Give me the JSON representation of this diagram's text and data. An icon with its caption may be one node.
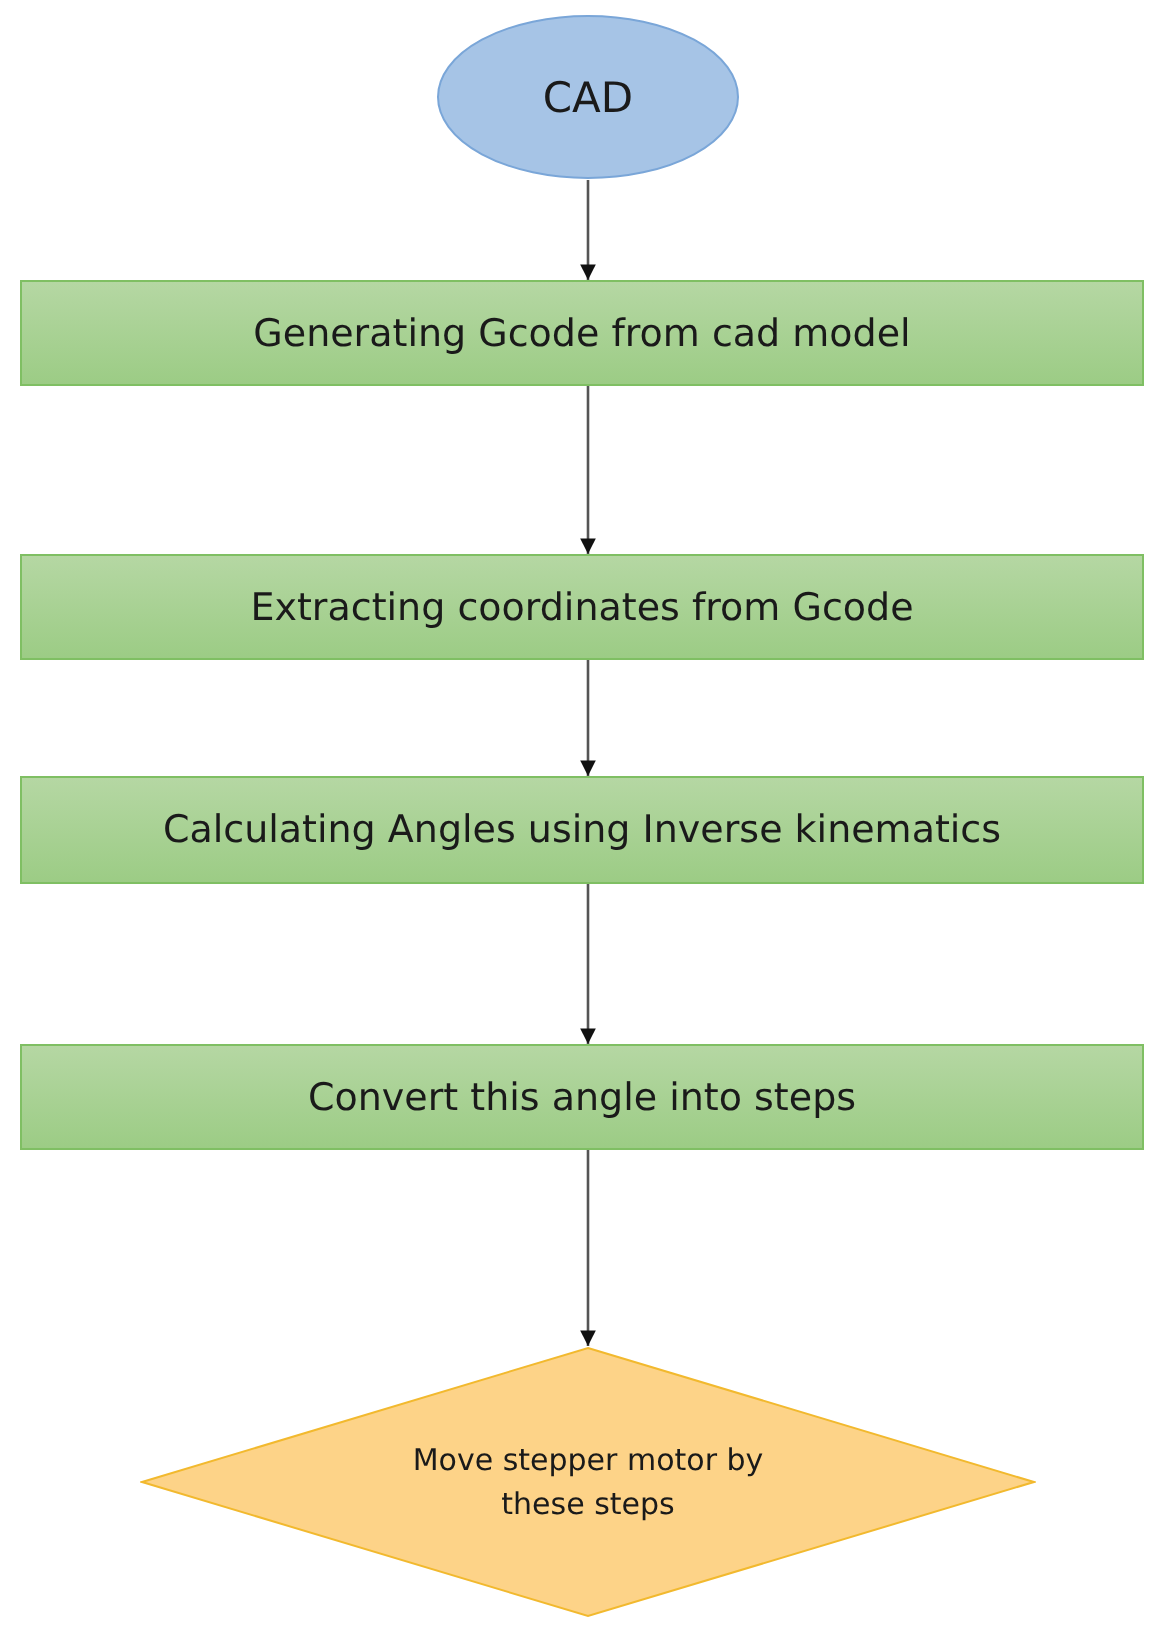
{
  "diagram": {
    "nodes": [
      {
        "text": [
          "CAD"
        ]
      },
      {
        "text": [
          "Generating Gcode from cad model"
        ]
      },
      {
        "text": [
          "Extracting coordinates from Gcode"
        ]
      },
      {
        "text": [
          "Calculating Angles using Inverse kinematics"
        ]
      },
      {
        "text": [
          "Convert this angle into steps"
        ]
      },
      {
        "text": [
          "Move stepper motor by these steps"
        ]
      }
    ],
    "edges": [
      {
        "from": 0,
        "to": 1,
        "arrow": "to"
      },
      {
        "from": 1,
        "to": 2,
        "arrow": "to"
      },
      {
        "from": 2,
        "to": 3,
        "arrow": "to"
      },
      {
        "from": 3,
        "to": 4,
        "arrow": "to"
      },
      {
        "from": 4,
        "to": 5,
        "arrow": "to"
      }
    ]
  }
}
